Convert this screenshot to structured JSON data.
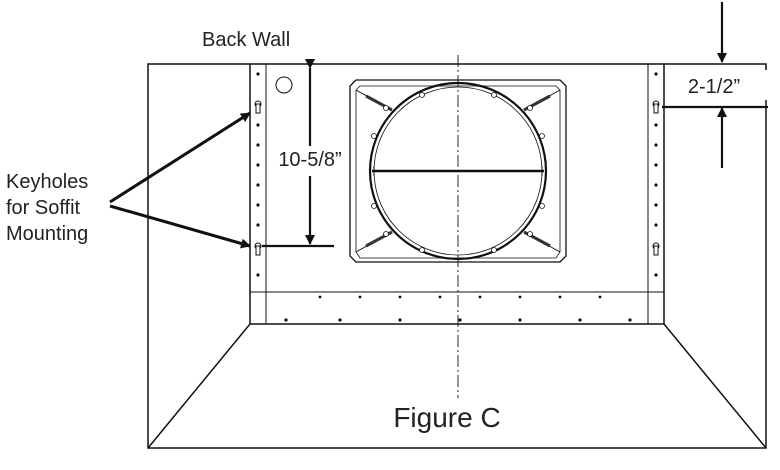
{
  "labels": {
    "back_wall": "Back Wall",
    "keyholes_line1": "Keyholes",
    "keyholes_line2": "for Soffit",
    "keyholes_line3": "Mounting",
    "vertical_dimension": "10-5/8”",
    "horizontal_dimension": "2-1/2”",
    "figure_caption": "Figure C"
  },
  "colors": {
    "line": "#111111",
    "text": "#222222",
    "background": "#ffffff"
  }
}
